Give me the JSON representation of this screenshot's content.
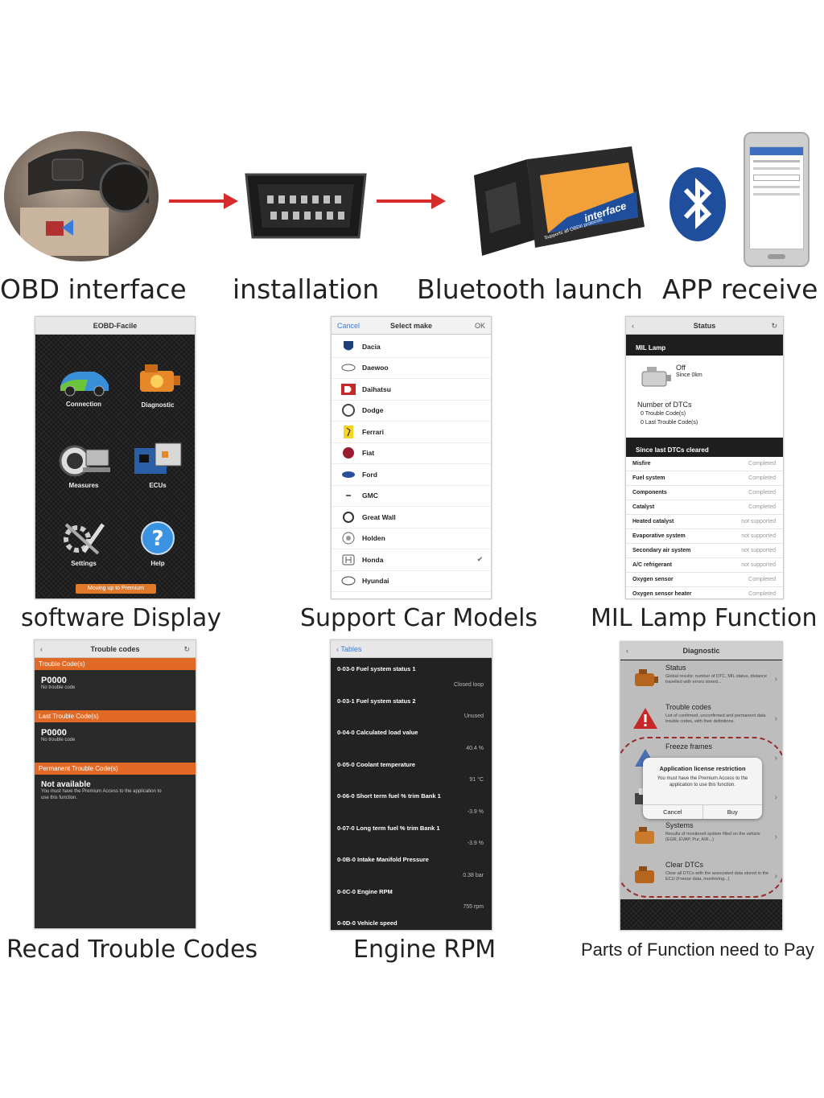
{
  "colors": {
    "arrow": "#d62c2c",
    "orange": "#e06a25",
    "bt_blue": "#1f4e9c",
    "adapter_orange": "#f2a03a"
  },
  "top_row": {
    "captions": [
      "OBD interface",
      "installation",
      "Bluetooth launch",
      "APP receive"
    ],
    "adapter_label": "interface",
    "adapter_subtext": "Supports all OBDII protocols",
    "icons": [
      "car-dashboard-photo",
      "obd-port-icon",
      "obd-adapter-icon",
      "bluetooth-icon",
      "smartphone-icon"
    ]
  },
  "captions_row2": [
    "software Display",
    "Support Car Models",
    "MIL Lamp Function"
  ],
  "captions_row3": [
    "Recad Trouble Codes",
    "Engine RPM",
    "Parts of Function need to Pay"
  ],
  "screen1": {
    "title": "EOBD-Facile",
    "tiles": [
      "Connection",
      "Diagnostic",
      "Measures",
      "ECUs",
      "Settings",
      "Help"
    ],
    "premium": "Moving up to Premium"
  },
  "screen2": {
    "cancel": "Cancel",
    "title": "Select make",
    "ok": "OK",
    "makes": [
      "Dacia",
      "Daewoo",
      "Daihatsu",
      "Dodge",
      "Ferrari",
      "Fiat",
      "Ford",
      "GMC",
      "Great Wall",
      "Holden",
      "Honda",
      "Hyundai"
    ],
    "checked": "Honda"
  },
  "screen3": {
    "title": "Status",
    "mil_header": "MIL Lamp",
    "mil_state": "Off",
    "mil_since": "Since 0km",
    "dtc_title": "Number of DTCs",
    "dtc_line1": "0 Trouble Code(s)",
    "dtc_line2": "0 Last Trouble Code(s)",
    "since_header": "Since last DTCs cleared",
    "rows": [
      {
        "k": "Misfire",
        "v": "Completed"
      },
      {
        "k": "Fuel system",
        "v": "Completed"
      },
      {
        "k": "Components",
        "v": "Completed"
      },
      {
        "k": "Catalyst",
        "v": "Completed"
      },
      {
        "k": "Heated catalyst",
        "v": "not supported"
      },
      {
        "k": "Evaporative system",
        "v": "not supported"
      },
      {
        "k": "Secondary air system",
        "v": "not supported"
      },
      {
        "k": "A/C refrigerant",
        "v": "not supported"
      },
      {
        "k": "Oxygen sensor",
        "v": "Completed"
      },
      {
        "k": "Oxygen sensor heater",
        "v": "Completed"
      }
    ]
  },
  "screen4": {
    "title": "Trouble codes",
    "sections": [
      {
        "header": "Trouble Code(s)",
        "code": "P0000",
        "sub": "No trouble code"
      },
      {
        "header": "Last Trouble Code(s)",
        "code": "P0000",
        "sub": "No trouble code"
      },
      {
        "header": "Permanent Trouble Code(s)",
        "code": "Not available",
        "sub": "You must have the Premium Access to the application to use this function."
      }
    ]
  },
  "screen5": {
    "back": "Tables",
    "rows": [
      {
        "k": "0-03-0 Fuel system status 1",
        "v": "Closed loop"
      },
      {
        "k": "0-03-1 Fuel system status 2",
        "v": "Unused"
      },
      {
        "k": "0-04-0 Calculated load value",
        "v": "40.4 %"
      },
      {
        "k": "0-05-0 Coolant temperature",
        "v": "91 °C"
      },
      {
        "k": "0-06-0 Short term fuel % trim Bank 1",
        "v": "-3.9 %"
      },
      {
        "k": "0-07-0 Long term fuel % trim Bank 1",
        "v": "-3.9 %"
      },
      {
        "k": "0-0B-0 Intake Manifold Pressure",
        "v": "0.38 bar"
      },
      {
        "k": "0-0C-0 Engine RPM",
        "v": "755 rpm"
      },
      {
        "k": "0-0D-0 Vehicle speed",
        "v": ""
      }
    ]
  },
  "screen6": {
    "title": "Diagnostic",
    "items": [
      {
        "t": "Status",
        "d": "Global results: number of DTC, MIL status, distance travelled with errors stored..."
      },
      {
        "t": "Trouble codes",
        "d": "List of confirmed, unconfirmed and permanent data trouble codes, with their definitions."
      },
      {
        "t": "Freeze frames",
        "d": ""
      },
      {
        "t": "",
        "d": ""
      },
      {
        "t": "Systems",
        "d": "Results of monitored system filled on the vehicle (EGR, EVAP, Pur, AIR...)"
      },
      {
        "t": "Clear DTCs",
        "d": "Clear all DTCs with the associated data stored in the ECU (Freeze data, monitoring...)"
      }
    ],
    "dialog_title": "Application license restriction",
    "dialog_body": "You must have the Premium Access to the application to use this function.",
    "dialog_cancel": "Cancel",
    "dialog_buy": "Buy"
  }
}
